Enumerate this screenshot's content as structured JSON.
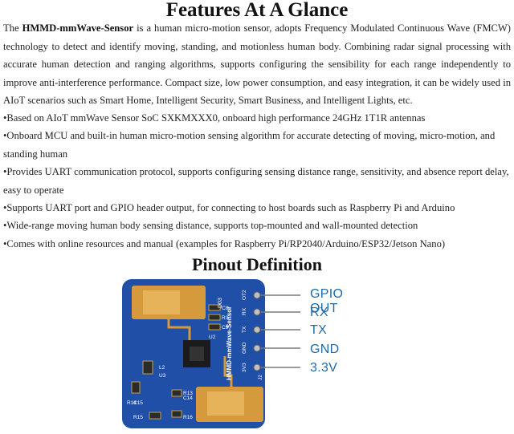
{
  "header": {
    "title": "Features At A Glance"
  },
  "intro": {
    "lead": "The ",
    "product_name": "HMMD-mmWave-Sensor",
    "text": " is a human micro-motion sensor, adopts Frequency Modulated Continuous Wave (FMCW) technology to detect and identify moving, standing, and motionless human body. Combining radar signal processing with accurate human detection and ranging algorithms, supports configuring the sensibility for each range independently to improve anti-interference performance. Compact size, low power consumption, and easy integration, it can be widely used in AIoT scenarios such as Smart Home, Intelligent Security, Smart Business, and Intelligent Lights, etc."
  },
  "features": [
    "•Based on AIoT mmWave Sensor SoC SXKMXXX0, onboard high performance 24GHz 1T1R antennas",
    "•Onboard MCU and built-in human micro-motion sensing algorithm for accurate detecting of moving, micro-motion, and standing human",
    "•Provides UART communication protocol, supports configuring sensing distance range, sensitivity, and absence report delay, easy to operate",
    "•Supports UART port and GPIO header output, for connecting to host boards such as Raspberry Pi and Arduino",
    "•Wide-range moving human body sensing distance, supports top-mounted and wall-mounted detection",
    "•Comes with online resources and manual (examples for Raspberry Pi/RP2040/Arduino/ESP32/Jetson Nano)"
  ],
  "pinout": {
    "title": "Pinout Definition",
    "pins": [
      "GPIO OUT",
      "RX",
      "TX",
      "GND",
      "3.3V"
    ],
    "board": {
      "name": "HMMD-mmWave-Sensor",
      "pin_silk": [
        "OT2",
        "RX",
        "TX",
        "GND",
        "3V3"
      ],
      "header_ref": "J2",
      "ver_mark": "D03",
      "components": [
        "C8",
        "R3",
        "C9",
        "U2",
        "L2",
        "U3",
        "C14",
        "R13",
        "C15",
        "R14",
        "R15",
        "R16"
      ]
    },
    "colors": {
      "pcb": "#1f4fa6",
      "antenna": "#d49a3c",
      "label": "#1f6aa8"
    }
  }
}
